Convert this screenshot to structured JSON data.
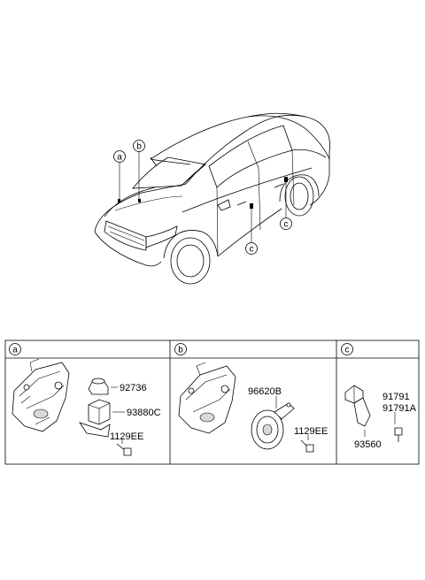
{
  "callouts": {
    "car_a": "a",
    "car_b": "b",
    "car_c_front": "c",
    "car_c_rear": "c"
  },
  "panels": [
    {
      "key": "a",
      "parts": {
        "p1": "92736",
        "p2": "93880C",
        "p3": "1129EE"
      }
    },
    {
      "key": "b",
      "parts": {
        "p1": "96620B",
        "p2": "1129EE"
      }
    },
    {
      "key": "c",
      "parts": {
        "p1": "91791",
        "p2": "91791A",
        "p3": "93560"
      }
    }
  ]
}
